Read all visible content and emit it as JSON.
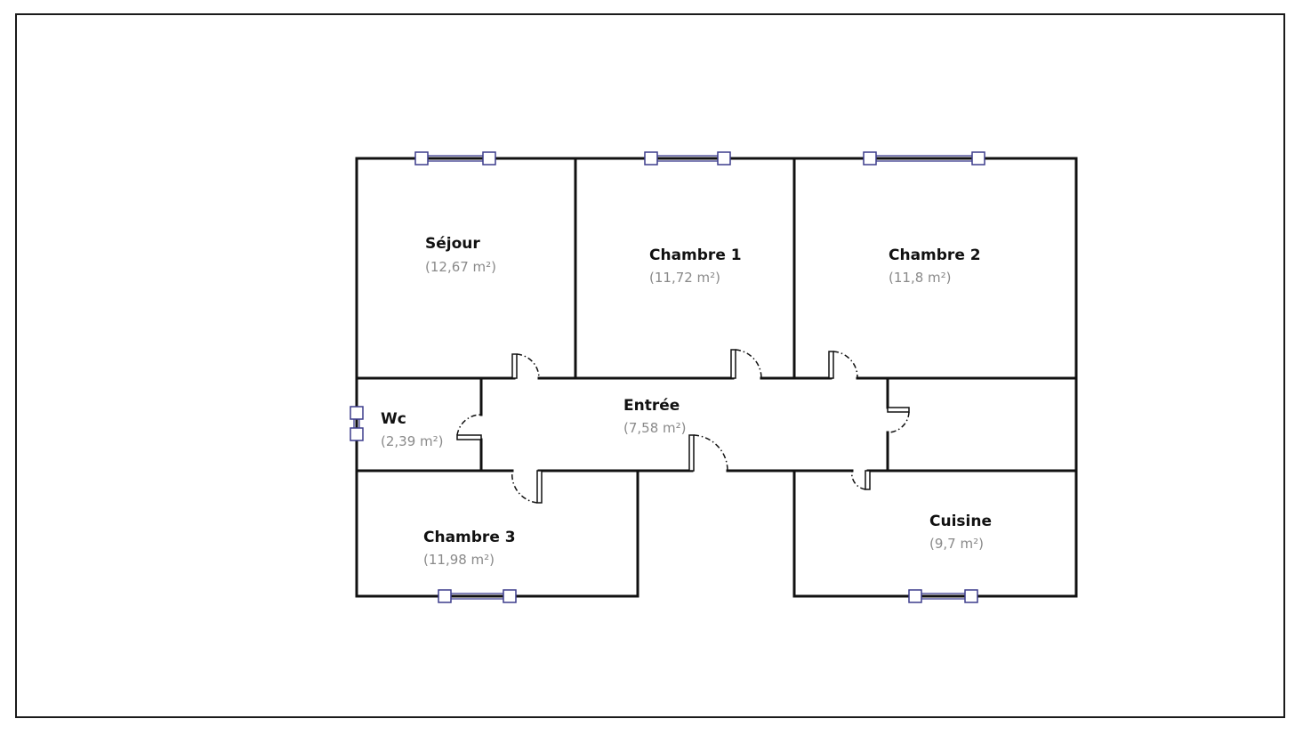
{
  "rooms": {
    "sejour": {
      "name": "Séjour",
      "area": "(12,67 m²)"
    },
    "chambre1": {
      "name": "Chambre 1",
      "area": "(11,72 m²)"
    },
    "chambre2": {
      "name": "Chambre 2",
      "area": "(11,8 m²)"
    },
    "wc": {
      "name": "Wc",
      "area": "(2,39 m²)"
    },
    "entree": {
      "name": "Entrée",
      "area": "(7,58 m²)"
    },
    "chambre3": {
      "name": "Chambre 3",
      "area": "(11,98 m²)"
    },
    "cuisine": {
      "name": "Cuisine",
      "area": "(9,7 m²)"
    }
  },
  "colors": {
    "wall": "#111111",
    "window": "#3c3c8c",
    "area_text": "#8a8a8a"
  }
}
